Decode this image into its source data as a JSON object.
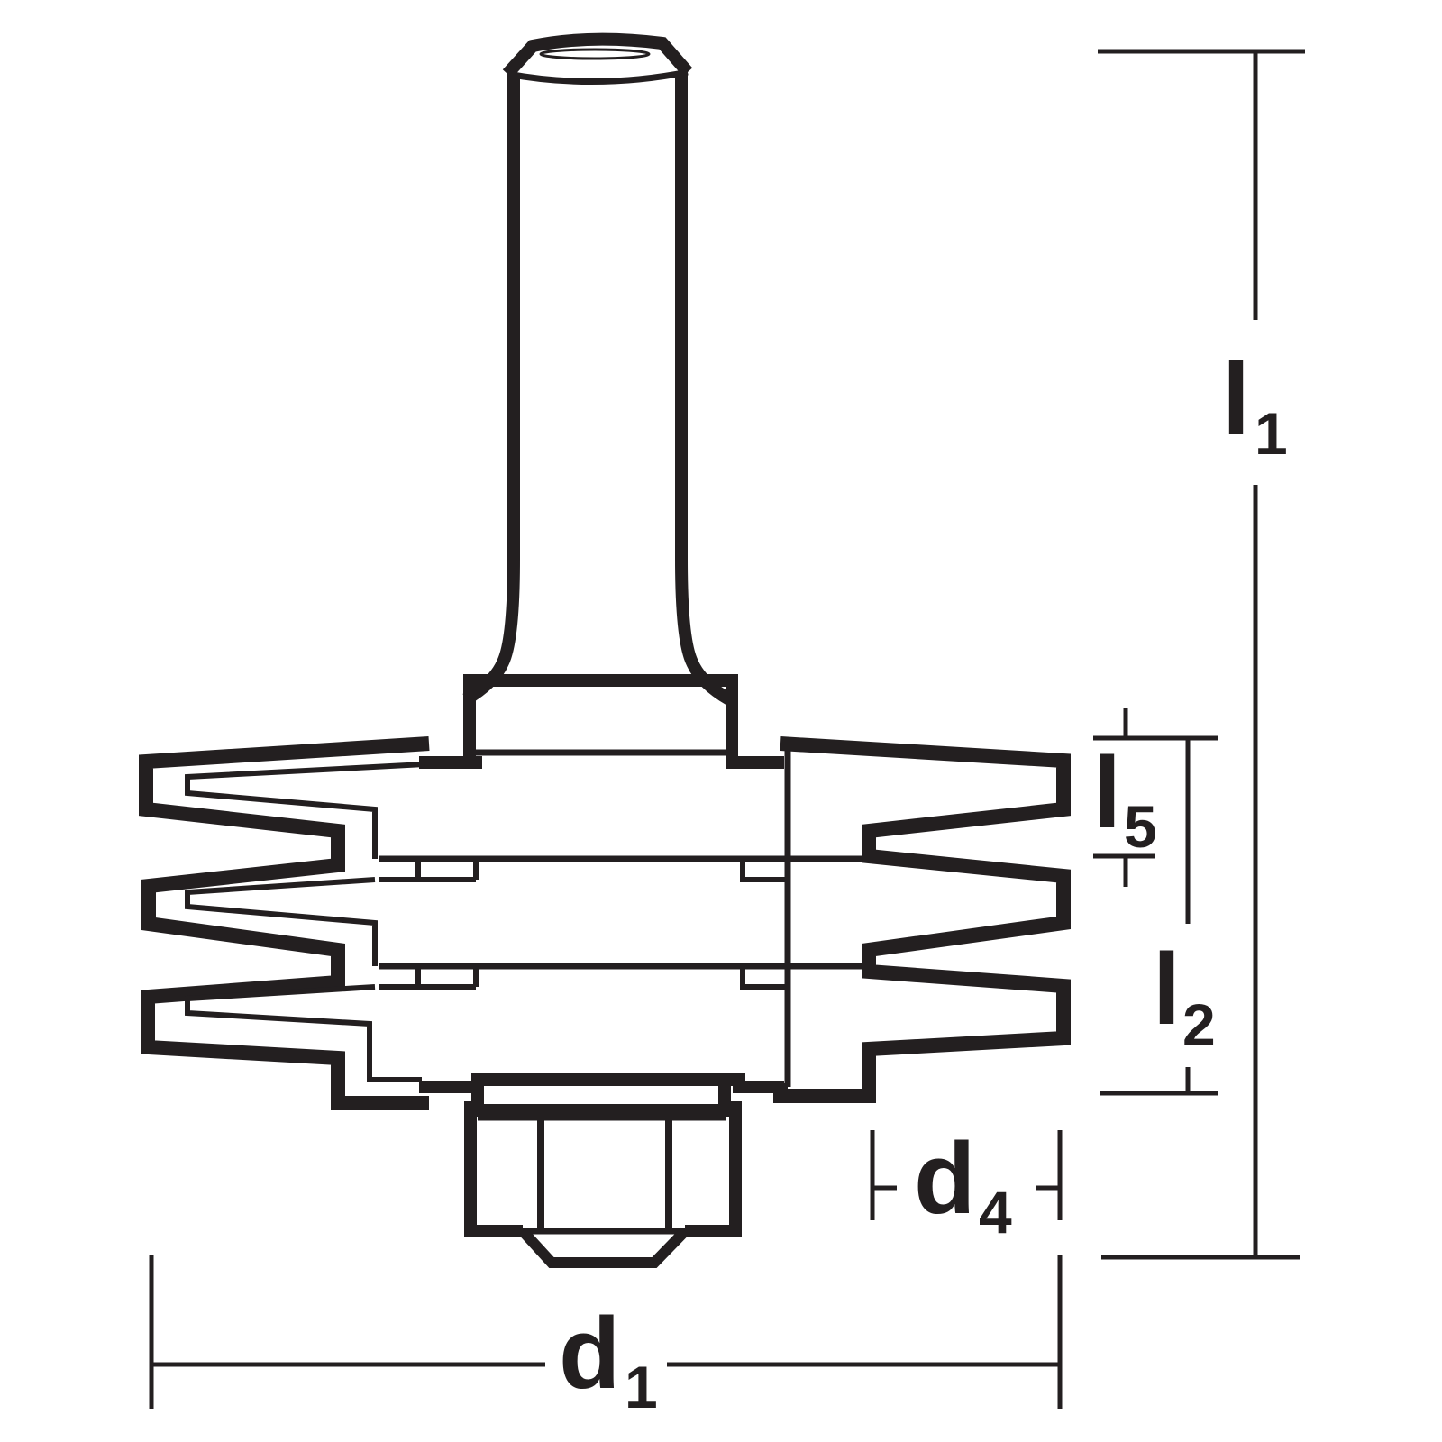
{
  "labels": {
    "l1": {
      "main": "l",
      "sub": "1"
    },
    "l5": {
      "main": "l",
      "sub": "5"
    },
    "l2": {
      "main": "l",
      "sub": "2"
    },
    "d4": {
      "main": "d",
      "sub": "4"
    },
    "d1": {
      "main": "d",
      "sub": "1"
    }
  },
  "colors": {
    "line": "#231f20",
    "background": "#ffffff"
  }
}
